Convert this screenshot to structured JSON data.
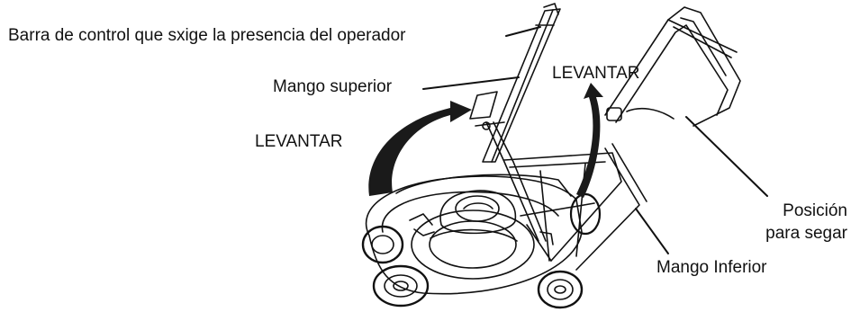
{
  "labels": {
    "control_bar": "Barra de control que sxige la presencia del operador",
    "upper_handle": "Mango superior",
    "lift_left": "LEVANTAR",
    "lift_right": "LEVANTAR",
    "mowing_position_line1": "Posición",
    "mowing_position_line2": "para segar",
    "lower_handle": "Mango Inferior"
  },
  "colors": {
    "ink": "#111111",
    "arrow_fill": "#1a1a1a",
    "background": "#ffffff"
  }
}
